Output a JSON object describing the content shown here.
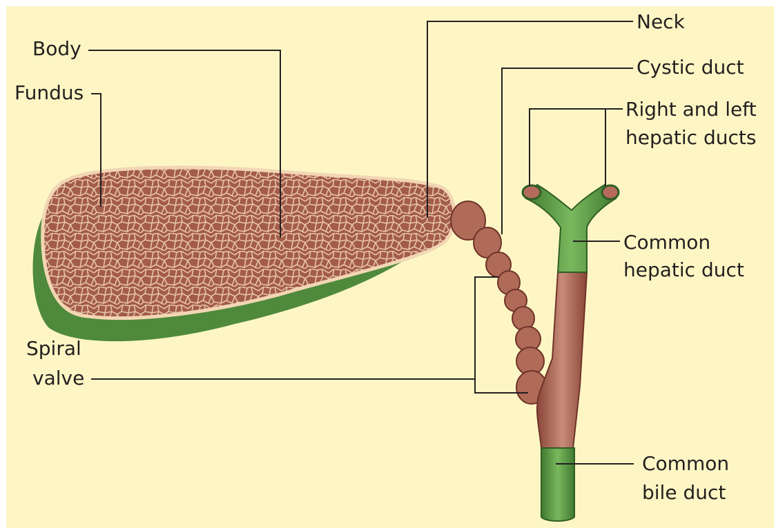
{
  "labels": {
    "neck": "Neck",
    "body": "Body",
    "fundus": "Fundus",
    "cystic_duct": "Cystic duct",
    "hepatic_ducts_line1": "Right and left",
    "hepatic_ducts_line2": "hepatic ducts",
    "common_hepatic_line1": "Common",
    "common_hepatic_line2": "hepatic duct",
    "spiral_line1": "Spiral",
    "spiral_line2": "valve",
    "bile_line1": "Common",
    "bile_line2": "bile duct"
  },
  "colors": {
    "background": "#fdf6c4",
    "gallbladder_wall": "#4f8a3c",
    "mucosa": "#a05848",
    "mucosa_dark": "#7d3a2e",
    "duct_green": "#5a9a46",
    "duct_pink": "#b56a5c",
    "leader_line": "#231f20",
    "text": "#231f20"
  }
}
